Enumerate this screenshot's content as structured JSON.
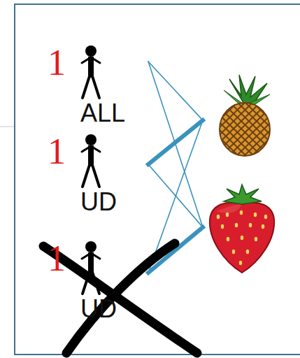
{
  "diagram": {
    "nodes": [
      {
        "text": [
          "1",
          "ALL"
        ]
      },
      {
        "text": [
          "1",
          "UD"
        ]
      },
      {
        "text": [
          "1",
          "UD"
        ]
      },
      {
        "text": []
      },
      {
        "text": []
      }
    ],
    "edges": [
      {
        "from": 0,
        "to": 3,
        "arrow": "none"
      },
      {
        "from": 0,
        "to": 4,
        "arrow": "none"
      },
      {
        "from": 1,
        "to": 3,
        "arrow": "none"
      },
      {
        "from": 1,
        "to": 4,
        "arrow": "none"
      },
      {
        "from": 2,
        "to": 3,
        "arrow": "none"
      },
      {
        "from": 2,
        "to": 4,
        "arrow": "none"
      }
    ]
  }
}
